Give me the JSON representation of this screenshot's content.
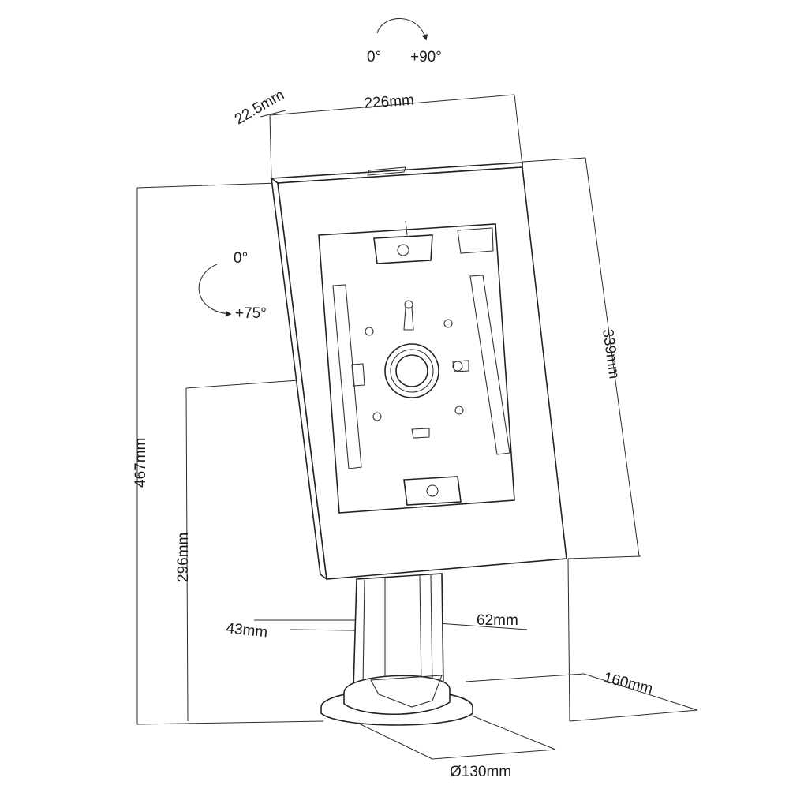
{
  "rotation_top": {
    "from": "0°",
    "to": "+90°"
  },
  "rotation_side": {
    "from": "0°",
    "to": "+75°"
  },
  "dimensions": {
    "depth": "22.5mm",
    "width": "226mm",
    "height_panel": "339mm",
    "height_total": "467mm",
    "height_center": "296mm",
    "pole_depth": "43mm",
    "pole_width": "62mm",
    "base_depth": "160mm",
    "base_diameter": "Ø130mm"
  }
}
